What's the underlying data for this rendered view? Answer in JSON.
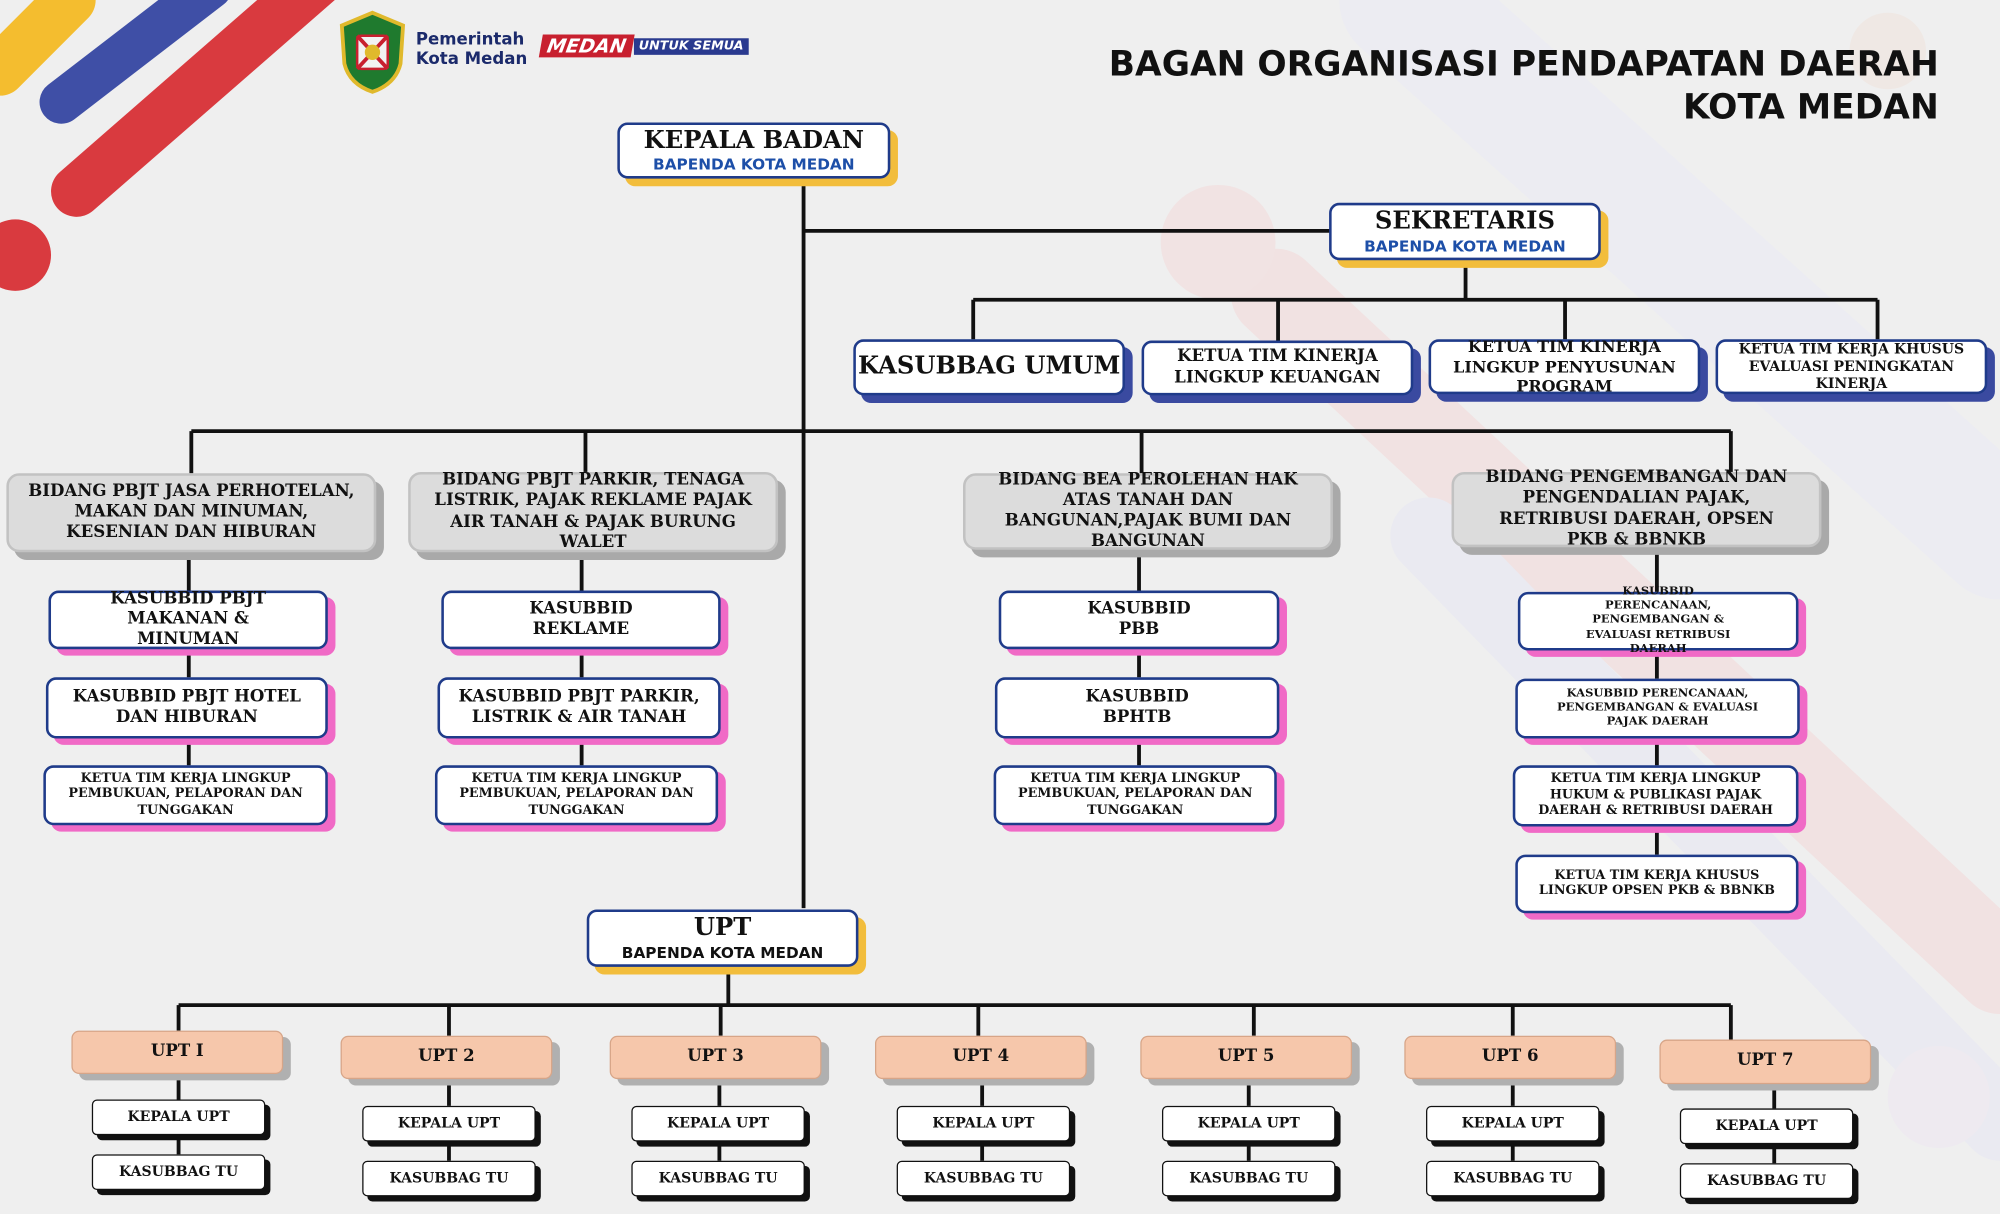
{
  "header": {
    "title_line1": "BAGAN ORGANISASI PENDAPATAN DAERAH",
    "title_line2": "KOTA MEDAN",
    "gov_line1": "Pemerintah",
    "gov_line2": "Kota Medan",
    "brand_word": "MEDAN",
    "brand_tagline": "UNTUK SEMUA"
  },
  "kepala": {
    "title": "KEPALA BADAN",
    "subtitle": "BAPENDA KOTA MEDAN"
  },
  "sekretaris": {
    "title": "SEKRETARIS",
    "subtitle": "BAPENDA KOTA MEDAN"
  },
  "sekretariat_units": [
    {
      "label": "KASUBBAG UMUM"
    },
    {
      "label": "KETUA TIM KINERJA LINGKUP KEUANGAN"
    },
    {
      "label": "KETUA TIM KINERJA LINGKUP PENYUSUNAN PROGRAM"
    },
    {
      "label": "KETUA TIM KERJA KHUSUS EVALUASI PENINGKATAN KINERJA"
    }
  ],
  "bidang": [
    {
      "label": "BIDANG PBJT JASA PERHOTELAN, MAKAN DAN MINUMAN, KESENIAN DAN HIBURAN",
      "units": [
        "KASUBBID PBJT MAKANAN & MINUMAN",
        "KASUBBID PBJT HOTEL DAN HIBURAN",
        "KETUA TIM KERJA LINGKUP PEMBUKUAN, PELAPORAN DAN TUNGGAKAN"
      ]
    },
    {
      "label": "BIDANG PBJT PARKIR, TENAGA LISTRIK, PAJAK REKLAME PAJAK AIR TANAH & PAJAK BURUNG WALET",
      "units": [
        "KASUBBID REKLAME",
        "KASUBBID PBJT PARKIR, LISTRIK & AIR TANAH",
        "KETUA TIM KERJA LINGKUP PEMBUKUAN, PELAPORAN DAN TUNGGAKAN"
      ]
    },
    {
      "label": "BIDANG BEA PEROLEHAN HAK ATAS TANAH DAN BANGUNAN,PAJAK BUMI DAN BANGUNAN",
      "units": [
        "KASUBBID PBB",
        "KASUBBID BPHTB",
        "KETUA TIM KERJA LINGKUP PEMBUKUAN, PELAPORAN DAN TUNGGAKAN"
      ]
    },
    {
      "label": "BIDANG PENGEMBANGAN DAN PENGENDALIAN PAJAK, RETRIBUSI DAERAH, OPSEN PKB & BBNKB",
      "units": [
        "KASUBBID PERENCANAAN, PENGEMBANGAN & EVALUASI RETRIBUSI DAERAH",
        "KASUBBID PERENCANAAN, PENGEMBANGAN & EVALUASI PAJAK DAERAH",
        "KETUA TIM KERJA LINGKUP HUKUM & PUBLIKASI PAJAK DAERAH & RETRIBUSI DAERAH",
        "KETUA TIM KERJA KHUSUS LINGKUP OPSEN PKB & BBNKB"
      ]
    }
  ],
  "upt": {
    "title": "UPT",
    "subtitle": "BAPENDA KOTA MEDAN",
    "units": [
      {
        "name": "UPT I",
        "head": "KEPALA UPT",
        "tu": "KASUBBAG TU"
      },
      {
        "name": "UPT 2",
        "head": "KEPALA UPT",
        "tu": "KASUBBAG TU"
      },
      {
        "name": "UPT 3",
        "head": "KEPALA UPT",
        "tu": "KASUBBAG TU"
      },
      {
        "name": "UPT 4",
        "head": "KEPALA UPT",
        "tu": "KASUBBAG TU"
      },
      {
        "name": "UPT 5",
        "head": "KEPALA UPT",
        "tu": "KASUBBAG TU"
      },
      {
        "name": "UPT 6",
        "head": "KEPALA UPT",
        "tu": "KASUBBAG TU"
      },
      {
        "name": "UPT 7",
        "head": "KEPALA UPT",
        "tu": "KASUBBAG TU"
      }
    ]
  },
  "colors": {
    "accent_navy": "#1f3b8a",
    "accent_yellow": "#f2bd3c",
    "accent_pink": "#f06ac6",
    "upt_peach": "#f6c7ab",
    "bidang_gray": "#dcdcdc"
  }
}
